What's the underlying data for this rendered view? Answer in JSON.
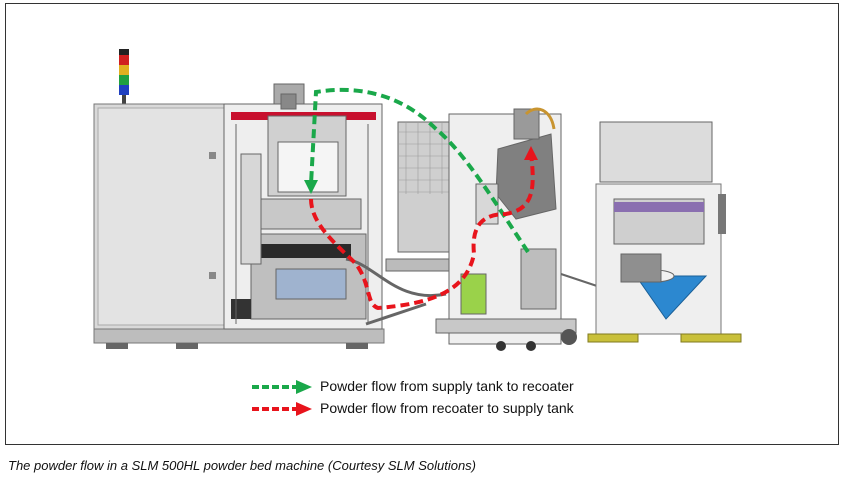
{
  "figure": {
    "legend": [
      {
        "label": "Powder flow from supply tank to recoater",
        "color": "#1aa84a",
        "icon": "green-arrow-icon"
      },
      {
        "label": "Powder flow from recoater to supply tank",
        "color": "#e8141c",
        "icon": "red-arrow-icon"
      }
    ],
    "caption": "The powder flow in a SLM  500HL powder bed machine (Courtesy SLM Solutions)"
  }
}
